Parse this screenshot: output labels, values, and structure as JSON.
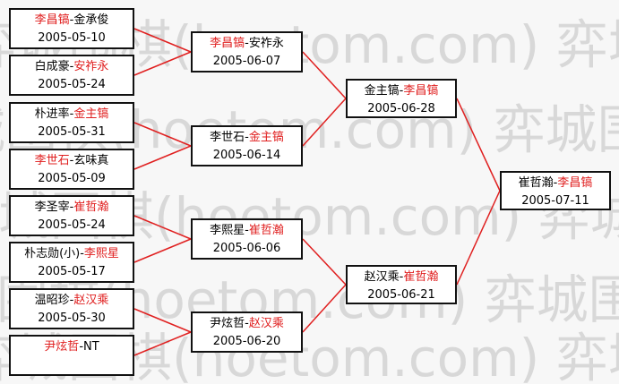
{
  "colors": {
    "winner": "#e02020",
    "line": "#e02020",
    "watermark": "#d8d8d8"
  },
  "watermark": "弈城围棋(hoetom.com)",
  "round1": [
    {
      "p1": "李昌镐",
      "p2": "金承俊",
      "winner": 1,
      "date": "2005-05-10"
    },
    {
      "p1": "白成豪",
      "p2": "安祚永",
      "winner": 2,
      "date": "2005-05-24"
    },
    {
      "p1": "朴进率",
      "p2": "金主镐",
      "winner": 2,
      "date": "2005-05-31"
    },
    {
      "p1": "李世石",
      "p2": "玄味真",
      "winner": 1,
      "date": "2005-05-09"
    },
    {
      "p1": "李圣宰",
      "p2": "崔哲瀚",
      "winner": 2,
      "date": "2005-05-24"
    },
    {
      "p1": "朴志勋(小)",
      "p2": "李熙星",
      "winner": 2,
      "date": "2005-05-17"
    },
    {
      "p1": "温昭珍",
      "p2": "赵汉乘",
      "winner": 2,
      "date": "2005-05-30"
    },
    {
      "p1": "尹炫哲",
      "p2": "NT",
      "winner": 1,
      "date": ""
    }
  ],
  "round2": [
    {
      "p1": "李昌镐",
      "p2": "安祚永",
      "winner": 1,
      "date": "2005-06-07"
    },
    {
      "p1": "李世石",
      "p2": "金主镐",
      "winner": 2,
      "date": "2005-06-14"
    },
    {
      "p1": "李熙星",
      "p2": "崔哲瀚",
      "winner": 2,
      "date": "2005-06-06"
    },
    {
      "p1": "尹炫哲",
      "p2": "赵汉乘",
      "winner": 2,
      "date": "2005-06-20"
    }
  ],
  "semis": [
    {
      "p1": "金主镐",
      "p2": "李昌镐",
      "winner": 2,
      "date": "2005-06-28"
    },
    {
      "p1": "赵汉乘",
      "p2": "崔哲瀚",
      "winner": 2,
      "date": "2005-06-21"
    }
  ],
  "final": [
    {
      "p1": "崔哲瀚",
      "p2": "李昌镐",
      "winner": 2,
      "date": "2005-07-11"
    }
  ]
}
